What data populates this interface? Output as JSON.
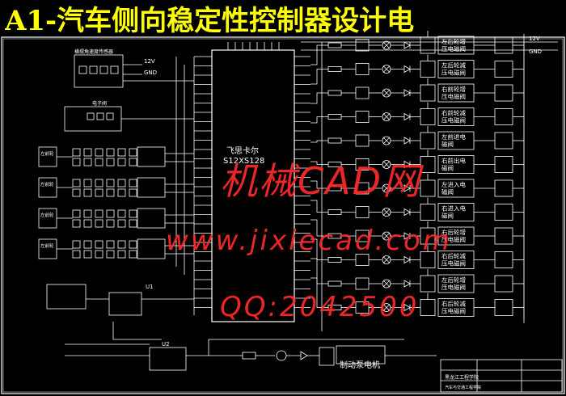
{
  "title": "A1-汽车侧向稳定性控制器设计电",
  "watermark": {
    "line1": "机械CAD网",
    "line2": "www.jixiecad.com",
    "line3": "QQ:2042500"
  },
  "mcu": {
    "name1": "飞思卡尔",
    "name2": "S12XS128"
  },
  "power": {
    "v12_right": "12V",
    "gnd_right": "GND",
    "v12_left": "12V",
    "gnd_left": "GND"
  },
  "left_blocks": {
    "sensor_title": "横摆角速度传感器",
    "power_title": "电子阀",
    "wheel_sensor_label": "左前轮",
    "regulator": "U1",
    "regulator2": "U2"
  },
  "valve_labels": [
    "左后轮增\n压电磁阀",
    "左后轮减\n压电磁阀",
    "右前轮增\n压电磁阀",
    "右前轮减\n压电磁阀",
    "左前进电\n磁阀",
    "右前出电\n磁阀",
    "左进入电\n磁阀",
    "右进入电\n磁阀",
    "右后轮增\n压电磁阀",
    "右后轮减\n压电磁阀",
    "左后轮增\n压电磁阀",
    "右后轮减\n压电磁阀"
  ],
  "pump_label": "制动泵电机",
  "title_block": {
    "line1": "黑龙江工程学院",
    "line2": "汽车与交通工程学院"
  }
}
